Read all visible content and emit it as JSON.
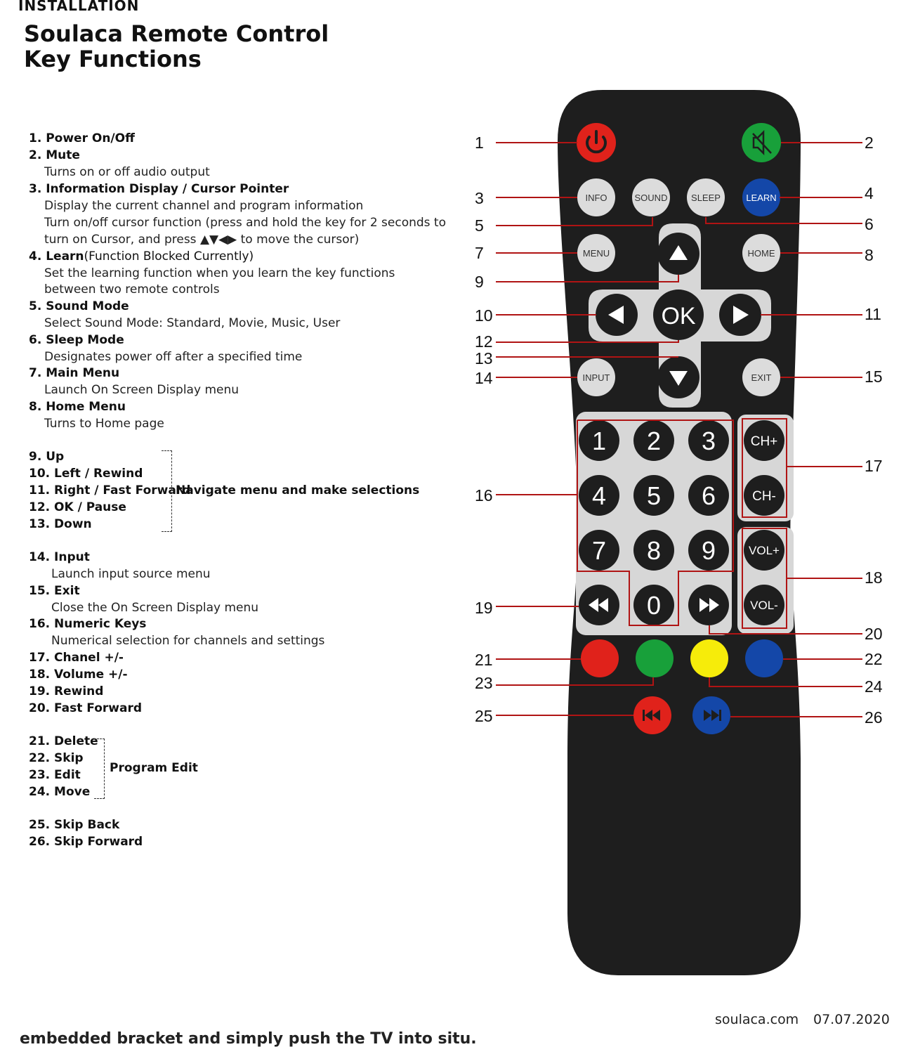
{
  "header_cut": "INSTALLATION",
  "footer_cut": "embedded bracket and simply push the TV into situ.",
  "title": {
    "line1": "Soulaca Remote Control",
    "line2": "Key Functions"
  },
  "functions": [
    {
      "label": "1. Power On/Off"
    },
    {
      "label": "2. Mute",
      "desc": [
        "Turns on or off audio output"
      ]
    },
    {
      "label": "3. Information Display / Cursor Pointer",
      "desc": [
        "Display the current channel and program information",
        "Turn on/off cursor function (press and hold the key for 2 seconds to",
        "turn on Cursor, and press ▲▼◀▶ to move the cursor)"
      ]
    },
    {
      "label": "4. Learn",
      "label_suffix": "(Function Blocked Currently)",
      "desc": [
        "Set the learning function when you learn the key functions",
        "between two remote controls"
      ]
    },
    {
      "label": "5. Sound Mode",
      "desc": [
        "Select Sound Mode: Standard, Movie, Music, User"
      ]
    },
    {
      "label": "6. Sleep Mode",
      "desc": [
        "Designates power off after a specified time"
      ]
    },
    {
      "label": "7. Main Menu",
      "desc": [
        "Launch On Screen Display menu"
      ]
    },
    {
      "label": "8. Home Menu",
      "desc": [
        "Turns to Home page"
      ]
    },
    {
      "label": "9. Up"
    },
    {
      "label": "10. Left / Rewind"
    },
    {
      "label": "11. Right / Fast Forward"
    },
    {
      "label": "12. OK / Pause"
    },
    {
      "label": "13. Down"
    },
    {
      "label": "14. Input",
      "desc": [
        "Launch input source menu"
      ]
    },
    {
      "label": "15. Exit",
      "desc": [
        "Close the On Screen Display menu"
      ]
    },
    {
      "label": "16. Numeric Keys",
      "desc": [
        "Numerical selection for channels and settings"
      ]
    },
    {
      "label": "17. Chanel +/-"
    },
    {
      "label": "18. Volume +/-"
    },
    {
      "label": "19. Rewind"
    },
    {
      "label": "20. Fast Forward"
    },
    {
      "label": "21. Delete"
    },
    {
      "label": "22. Skip"
    },
    {
      "label": "23. Edit"
    },
    {
      "label": "24. Move"
    },
    {
      "label": "25. Skip Back"
    },
    {
      "label": "26. Skip Forward"
    }
  ],
  "groups": {
    "navigation": "Navigate menu and make selections",
    "program_edit": "Program Edit"
  },
  "remote": {
    "buttons": {
      "info": "INFO",
      "sound": "SOUND",
      "sleep": "SLEEP",
      "learn": "LEARN",
      "menu": "MENU",
      "home": "HOME",
      "ok": "OK",
      "input": "INPUT",
      "exit": "EXIT",
      "ch_plus": "CH+",
      "ch_minus": "CH-",
      "vol_plus": "VOL+",
      "vol_minus": "VOL-",
      "digits": [
        "1",
        "2",
        "3",
        "4",
        "5",
        "6",
        "7",
        "8",
        "9",
        "0"
      ]
    },
    "callouts": [
      "1",
      "2",
      "3",
      "4",
      "5",
      "6",
      "7",
      "8",
      "9",
      "10",
      "11",
      "12",
      "13",
      "14",
      "15",
      "16",
      "17",
      "18",
      "19",
      "20",
      "21",
      "22",
      "23",
      "24",
      "25",
      "26"
    ],
    "colors": {
      "body": "#1e1e1e",
      "power": "#e0221b",
      "mute": "#18a03a",
      "learn": "#1447a8",
      "red": "#e0221b",
      "green": "#18a03a",
      "yellow": "#f6ec0a",
      "blue": "#1447a8",
      "callout_line": "#b01414"
    }
  },
  "footer": {
    "site": "soulaca.com",
    "date": "07.07.2020"
  }
}
